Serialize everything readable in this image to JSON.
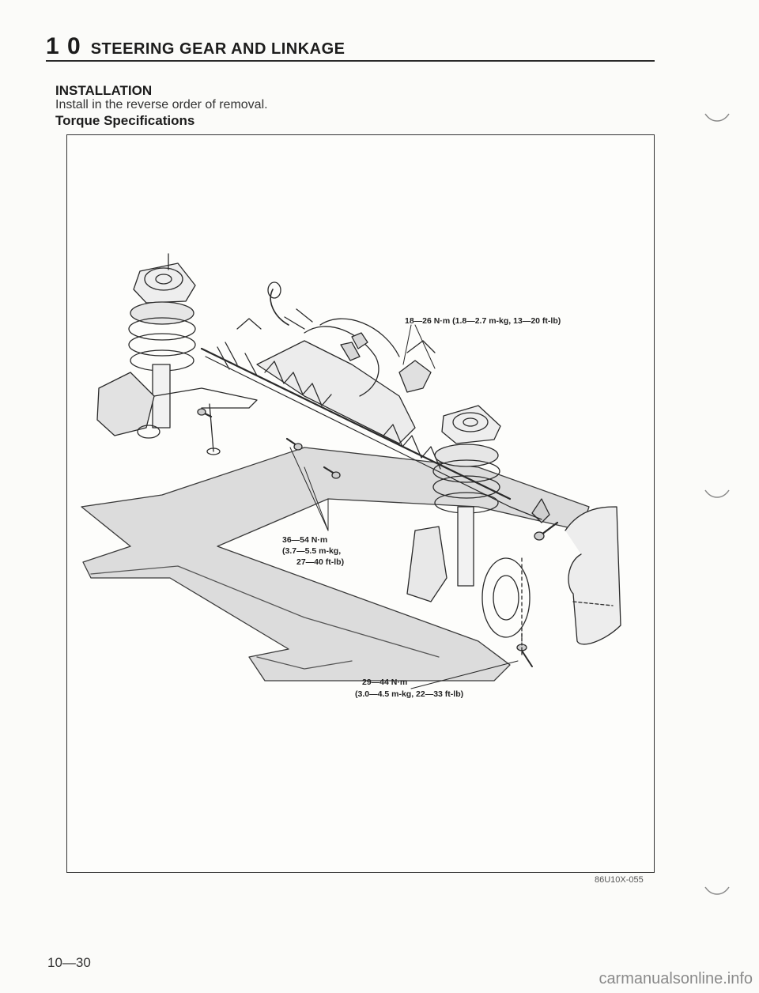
{
  "header": {
    "chapter_number": "1 0",
    "chapter_title": "STEERING GEAR AND LINKAGE"
  },
  "section": {
    "heading": "INSTALLATION",
    "instruction": "Install in the reverse order of removal.",
    "subheading": "Torque Specifications"
  },
  "figure": {
    "callouts": {
      "steering_joint_torque": "18—26 N·m (1.8—2.7 m-kg, 13—20 ft-lb)",
      "mounting_bolt_torque_1": "36—54 N·m",
      "mounting_bolt_torque_2": "(3.7—5.5 m-kg,",
      "mounting_bolt_torque_3": "27—40 ft-lb)",
      "tie_rod_nut_torque_1": "29—44 N·m",
      "tie_rod_nut_torque_2": "(3.0—4.5 m-kg, 22—33 ft-lb)"
    },
    "figure_code": "86U10X-055"
  },
  "footer": {
    "page_number": "10—30",
    "watermark": "carmanualsonline.info"
  }
}
